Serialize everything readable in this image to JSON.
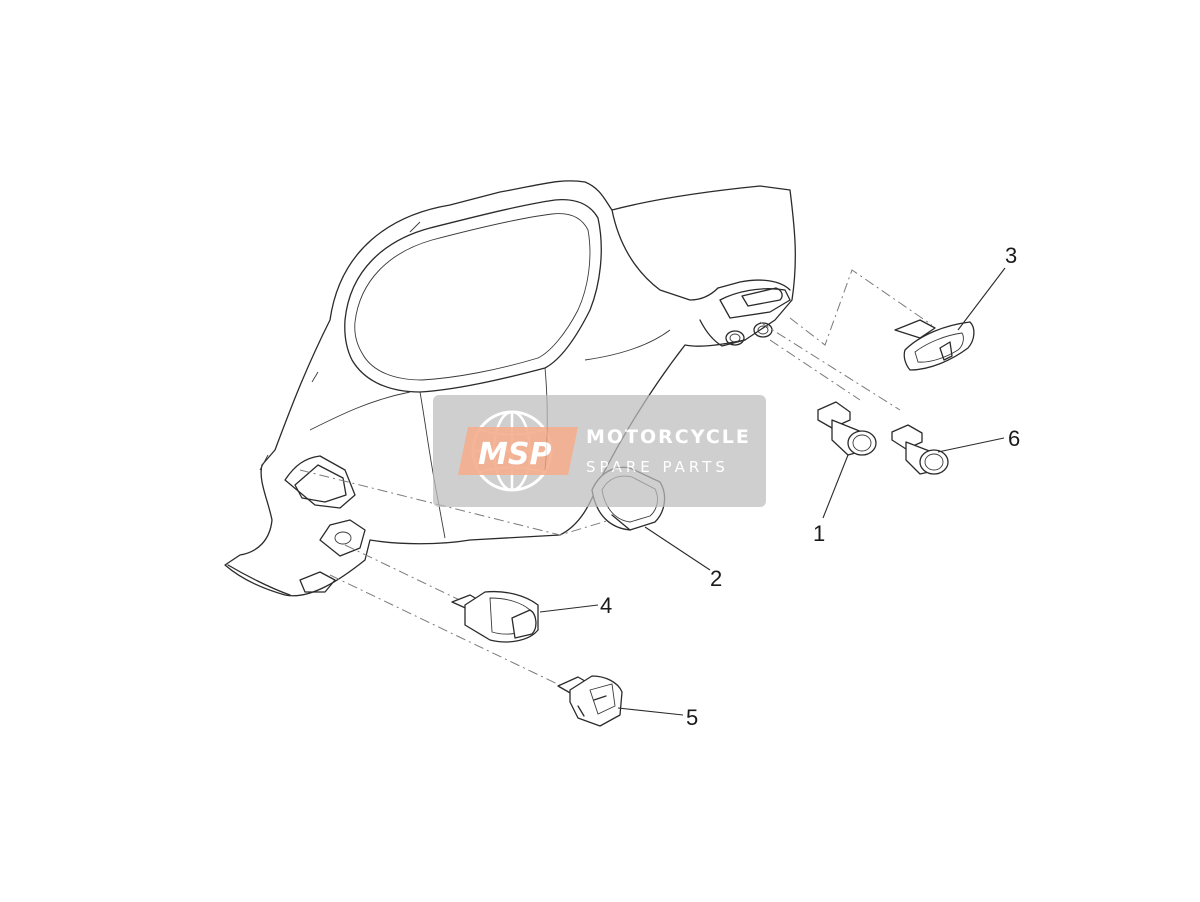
{
  "diagram": {
    "part_labels": [
      {
        "id": "part-1",
        "text": "1"
      },
      {
        "id": "part-2",
        "text": "2"
      },
      {
        "id": "part-3",
        "text": "3"
      },
      {
        "id": "part-4",
        "text": "4"
      },
      {
        "id": "part-5",
        "text": "5"
      },
      {
        "id": "part-6",
        "text": "6"
      }
    ]
  },
  "watermark": {
    "logo_text": "MSP",
    "title": "MOTORCYCLE",
    "subtitle": "SPARE PARTS",
    "accent_color": "#f2a07a",
    "box_color": "#bdbdbd"
  }
}
